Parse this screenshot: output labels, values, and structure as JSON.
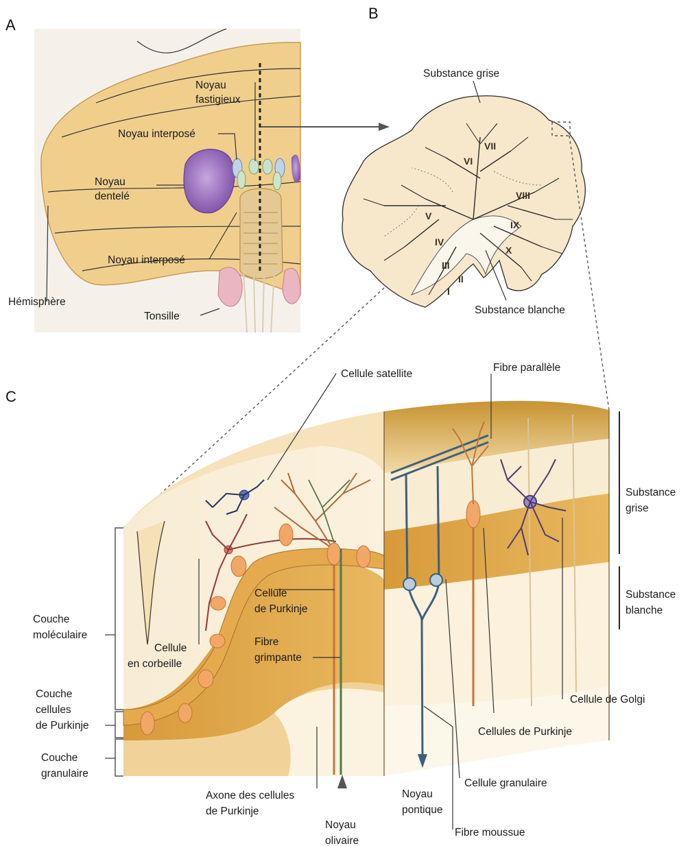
{
  "panels": {
    "a": "A",
    "b": "B",
    "c": "C"
  },
  "panel_a": {
    "nucleus_fastigial_line1": "Noyau",
    "nucleus_fastigial_line2": "fastigieux",
    "interposed_top": "Noyau interposé",
    "dentate_line1": "Noyau",
    "dentate_line2": "dentelé",
    "interposed_bottom": "Noyau interposé",
    "hemisphere": "Hémisphère",
    "tonsil": "Tonsille"
  },
  "panel_b": {
    "grey_matter": "Substance grise",
    "white_matter": "Substance blanche",
    "lobules": [
      "I",
      "II",
      "III",
      "IV",
      "V",
      "VI",
      "VII",
      "VIII",
      "IX",
      "X"
    ]
  },
  "panel_c": {
    "satellite_cell": "Cellule satellite",
    "parallel_fiber": "Fibre parallèle",
    "grey_matter_line1": "Substance",
    "grey_matter_line2": "grise",
    "white_matter_line1": "Substance",
    "white_matter_line2": "blanche",
    "molecular_line1": "Couche",
    "molecular_line2": "moléculaire",
    "purkinje_layer_line1": "Couche",
    "purkinje_layer_line2": "cellules",
    "purkinje_layer_line3": "de Purkinje",
    "granular_line1": "Couche",
    "granular_line2": "granulaire",
    "basket_line1": "Cellule",
    "basket_line2": "en corbeille",
    "purkinje_cell_line1": "Cellule",
    "purkinje_cell_line2": "de Purkinje",
    "climbing_line1": "Fibre",
    "climbing_line2": "grimpante",
    "golgi_cell": "Cellule de Golgi",
    "purkinje_cells": "Cellules de Purkinje",
    "granule_cell": "Cellule granulaire",
    "axon_line1": "Axone des cellules",
    "axon_line2": "de Purkinje",
    "pontine_line1": "Noyau",
    "pontine_line2": "pontique",
    "olivary_line1": "Noyau",
    "olivary_line2": "olivaire",
    "mossy_fiber": "Fibre moussue"
  },
  "colors": {
    "cerebellum_tan": "#f2cf8c",
    "folia_cream": "#f7ead2",
    "grey_layer": "#e9b75a",
    "white_layer": "#fdf6e8",
    "dentate_purple": "#9b6fbf",
    "purkinje_orange": "#e89a5a",
    "granule_blue": "#3d5f7a",
    "golgi_purple": "#4a3d6e",
    "climbing_green": "#4f7a48"
  }
}
